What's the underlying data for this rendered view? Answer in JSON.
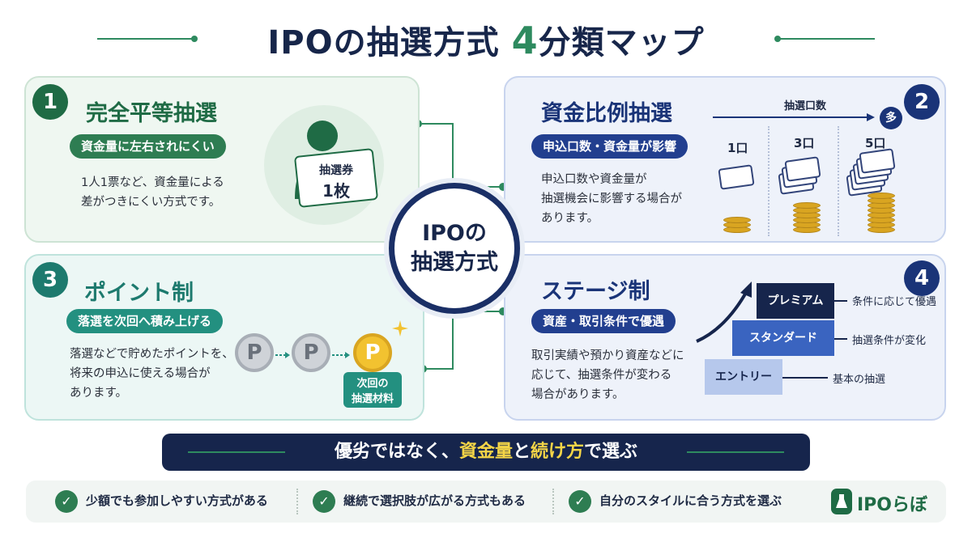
{
  "title": {
    "main": "IPOの抽選方式",
    "accent": "4",
    "suffix": "分類マップ"
  },
  "center": {
    "line1": "IPOの",
    "line2": "抽選方式"
  },
  "cards": [
    {
      "number": "1",
      "title": "完全平等抽選",
      "tag": "資金量に左右されにくい",
      "desc_line1": "1人1票など、資金量による",
      "desc_line2": "差がつきにくい方式です。",
      "ticket_line1": "抽選券",
      "ticket_line2": "1枚"
    },
    {
      "number": "2",
      "title": "資金比例抽選",
      "tag": "申込口数・資金量が影響",
      "desc_line1": "申込口数や資金量が",
      "desc_line2": "抽選機会に影響する場合が",
      "desc_line3": "あります。",
      "axis_label": "抽選口数",
      "more_badge": "多",
      "units": [
        "1口",
        "3口",
        "5口"
      ]
    },
    {
      "number": "3",
      "title": "ポイント制",
      "tag": "落選を次回へ積み上げる",
      "desc_line1": "落選などで貯めたポイントを、",
      "desc_line2": "将来の申込に使える場合が",
      "desc_line3": "あります。",
      "coin_letter": "P",
      "next_line1": "次回の",
      "next_line2": "抽選材料"
    },
    {
      "number": "4",
      "title": "ステージ制",
      "tag": "資産・取引条件で優遇",
      "desc_line1": "取引実績や預かり資産などに",
      "desc_line2": "応じて、抽選条件が変わる",
      "desc_line3": "場合があります。",
      "stages": [
        {
          "name": "プレミアム",
          "note": "条件に応じて優遇"
        },
        {
          "name": "スタンダード",
          "note": "抽選条件が変化"
        },
        {
          "name": "エントリー",
          "note": "基本の抽選"
        }
      ]
    }
  ],
  "banner": {
    "part1": "優劣ではなく、",
    "hl1": "資金量",
    "part2": "と",
    "hl2": "続け方",
    "part3": "で選ぶ"
  },
  "footer": {
    "items": [
      "少額でも参加しやすい方式がある",
      "継続で選択肢が広がる方式もある",
      "自分のスタイルに合う方式を選ぶ"
    ],
    "logo": "IPOらぼ"
  },
  "colors": {
    "navy": "#16254c",
    "green": "#2e7d52",
    "teal": "#239080",
    "blue": "#223f8f",
    "gold": "#f2c230"
  }
}
